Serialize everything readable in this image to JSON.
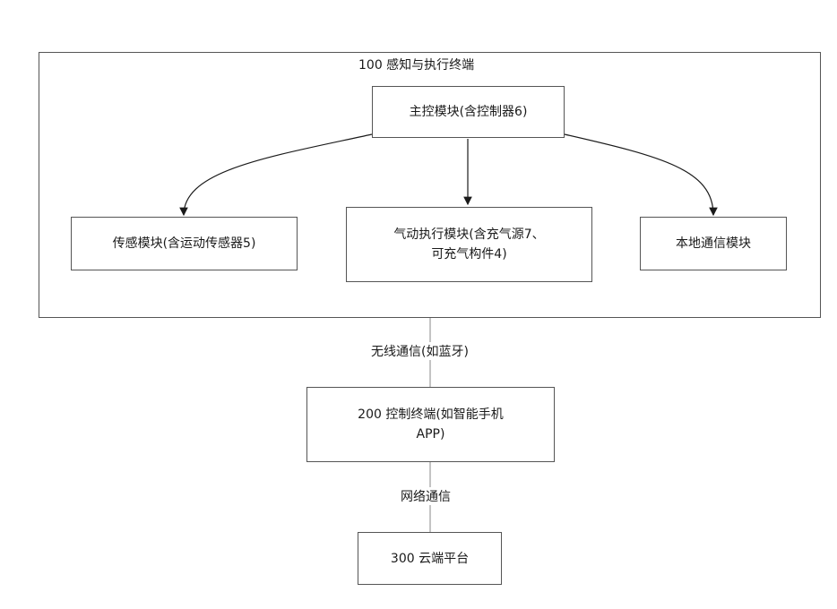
{
  "terminal": {
    "title": "100 感知与执行终端",
    "main_module": "主控模块(含控制器6)",
    "sensor_module": "传感模块(含运动传感器5)",
    "pneumatic_module_line1": "气动执行模块(含充气源7、",
    "pneumatic_module_line2": "可充气构件4)",
    "local_comm_module": "本地通信模块"
  },
  "link_wireless": "无线通信(如蓝牙)",
  "control_terminal": {
    "line1": "200 控制终端(如智能手机",
    "line2": "APP)"
  },
  "link_network": "网络通信",
  "cloud_platform": "300 云端平台"
}
